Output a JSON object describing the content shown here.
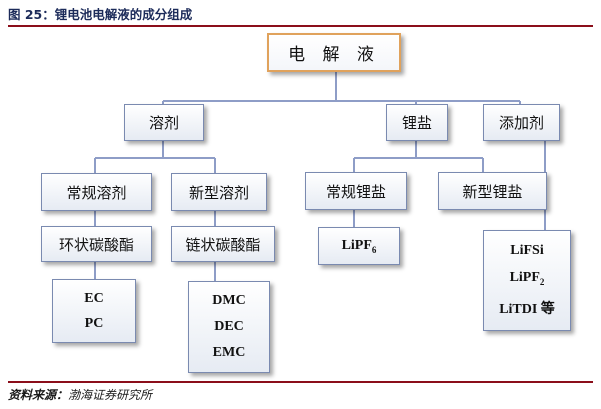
{
  "figure": {
    "title": "图 25：锂电池电解液的成分组成",
    "source_label": "资料来源：",
    "source_text": "渤海证券研究所"
  },
  "nodes": {
    "root": "电 解 液",
    "solvent": "溶剂",
    "lithium_salt": "锂盐",
    "additive": "添加剂",
    "conventional_solvent": "常规溶剂",
    "new_solvent": "新型溶剂",
    "conventional_salt": "常规锂盐",
    "new_salt": "新型锂盐",
    "cyclic_carbonate": "环状碳酸酯",
    "chain_carbonate": "链状碳酸酯",
    "conventional_salt_item": "LiPF",
    "conventional_salt_item_sub": "6"
  },
  "lists": {
    "cyclic_items": [
      "EC",
      "PC"
    ],
    "chain_items": [
      "DMC",
      "DEC",
      "EMC"
    ],
    "new_salt_items": [
      {
        "text": "LiFSi",
        "sub": ""
      },
      {
        "text": "LiPF",
        "sub": "2"
      },
      {
        "text": "LiTDI 等",
        "sub": ""
      }
    ]
  },
  "colors": {
    "connector": "#8e9dc7",
    "rule": "#8b0e1a",
    "title": "#1c2b5a",
    "root_border": "#e0a25c"
  }
}
